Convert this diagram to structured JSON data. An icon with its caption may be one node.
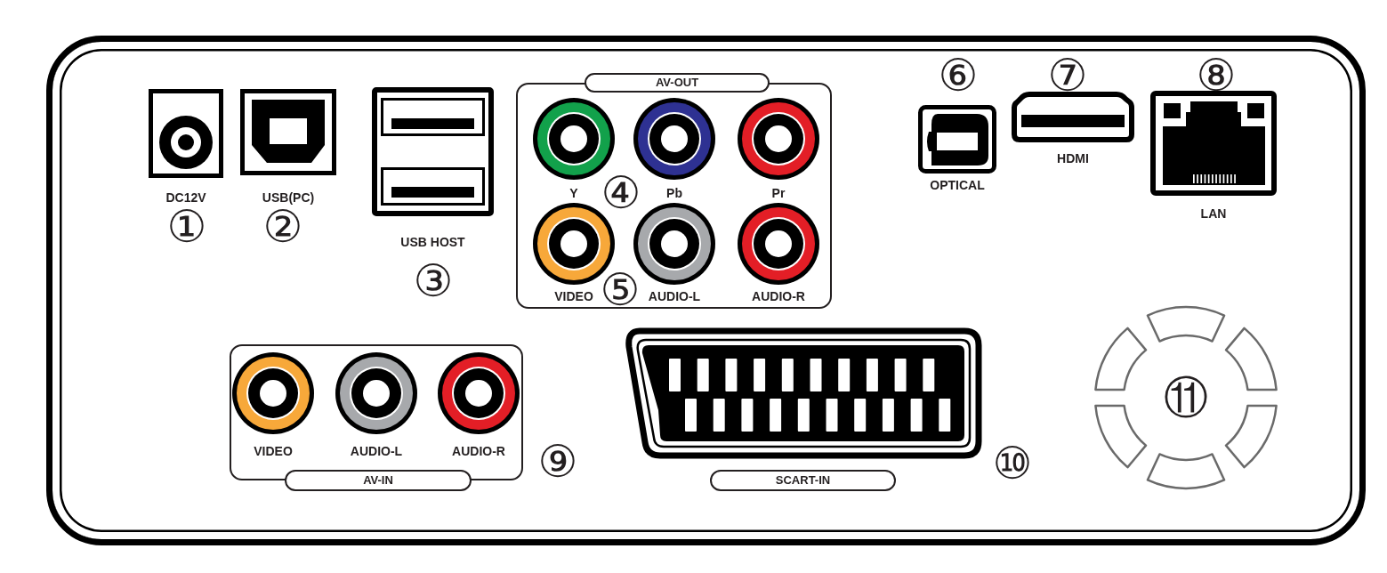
{
  "diagram": {
    "nodes": [
      {
        "text": [
          "DC12V"
        ]
      },
      {
        "text": [
          "USB(PC)"
        ]
      },
      {
        "text": [
          "USB HOST"
        ]
      },
      {
        "text": [
          "AV-OUT"
        ]
      },
      {
        "text": [
          "Y"
        ],
        "in": 3
      },
      {
        "text": [
          "Pb"
        ],
        "in": 3
      },
      {
        "text": [
          "Pr"
        ],
        "in": 3
      },
      {
        "text": [
          "VIDEO"
        ],
        "in": 3
      },
      {
        "text": [
          "AUDIO-L"
        ],
        "in": 3
      },
      {
        "text": [
          "AUDIO-R"
        ],
        "in": 3
      },
      {
        "text": [
          "OPTICAL"
        ]
      },
      {
        "text": [
          "HDMI"
        ]
      },
      {
        "text": [
          "LAN"
        ]
      },
      {
        "text": [
          "AV-IN"
        ]
      },
      {
        "text": [
          "VIDEO"
        ],
        "in": 13
      },
      {
        "text": [
          "AUDIO-L"
        ],
        "in": 13
      },
      {
        "text": [
          "AUDIO-R"
        ],
        "in": 13
      },
      {
        "text": [
          "SCART-IN"
        ]
      },
      {
        "text": [
          "⑪"
        ]
      }
    ],
    "labels": [
      "①",
      "②",
      "③",
      "④",
      "⑤",
      "⑥",
      "⑦",
      "⑧",
      "⑨",
      "⑩"
    ]
  }
}
